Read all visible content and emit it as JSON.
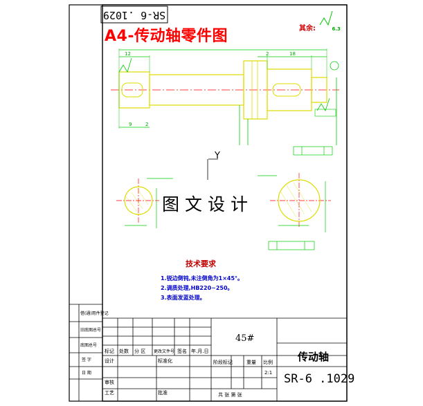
{
  "drawing": {
    "code_box": "SR-6 .1029",
    "title": "A4-传动轴零件图",
    "rough_label": "其余:",
    "rough_value": "6.3",
    "watermark": "图文设计",
    "view_label": "Y",
    "dimensions": {
      "d12": "12",
      "d2": "2",
      "d18": "18",
      "d9": "9",
      "d2b": "2"
    },
    "tech_requirements": {
      "title": "技术要求",
      "items": [
        "1.锐边倒钝,未注倒角为1×45°。",
        "2.调质处理,HB220~250。",
        "3.表面发蓝处理。"
      ]
    },
    "title_block": {
      "left_labels": [
        "借(通)用件登记",
        "旧底图总号",
        "底图总号",
        "签 字",
        "日 期"
      ],
      "header_row": [
        "标记",
        "处数",
        "分 区",
        "更改文件号",
        "签名",
        "年.月.日"
      ],
      "row_design": "设计",
      "row_std": "标准化",
      "row_review": "审核",
      "row_process": "工艺",
      "row_approve": "批准",
      "stage_label": "阶段标记",
      "weight_label": "重量",
      "scale_label": "比例",
      "scale_value": "2:1",
      "sheets_label": "共 张 第 张",
      "material": "45#",
      "part_name": "传动轴",
      "part_code": "SR-6 .1029"
    },
    "colors": {
      "outline": "#000000",
      "part": "#ffff00",
      "center": "#ff0000",
      "dimension": "#00cc00",
      "annotation": "#00ffff"
    }
  }
}
